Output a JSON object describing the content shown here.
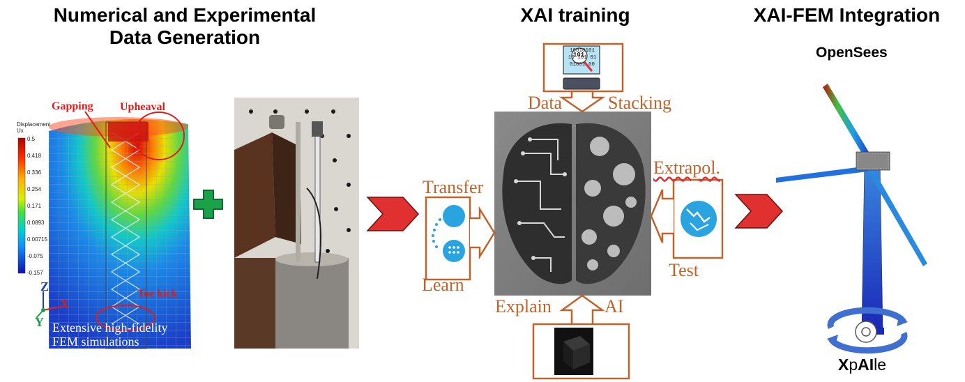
{
  "titles": {
    "section1_line1": "Numerical and Experimental",
    "section1_line2": "Data Generation",
    "section2": "XAI training",
    "section3": "XAI-FEM Integration"
  },
  "fem": {
    "legend_title_1": "Displacement",
    "legend_title_2": "Ux",
    "legend_ticks": [
      "0.5",
      "0.418",
      "0.336",
      "0.254",
      "0.171",
      "0.0893",
      "0.00715",
      "-0.075",
      "-0.157"
    ],
    "label_gapping": "Gapping",
    "label_upheaval": "Upheaval",
    "label_toekick": "Toe kick",
    "axis_z": "Z",
    "axis_x": "X",
    "axis_y": "Y",
    "caption_line1": "Extensive high-fidelity",
    "caption_line2": "FEM simulations"
  },
  "xai": {
    "data_label": "Data",
    "stacking_label": "Stacking",
    "transfer_label": "Transfer",
    "learn_label": "Learn",
    "extrapol_label": "Extrapol.",
    "test_label": "Test",
    "explain_label": "Explain",
    "ai_label": "AI",
    "binary_rows": [
      "10010101",
      "10 101 01",
      "01001 00"
    ],
    "binary_center": "101"
  },
  "integration": {
    "opensees_label": "OpenSees",
    "logo_text_x": "X",
    "logo_text_p": "p",
    "logo_text_ai": "AI",
    "logo_text_le": "le"
  },
  "colors": {
    "arrow_red": "#e03030",
    "plus_green": "#1aa14a",
    "orange": "#c0632a",
    "blue_icon": "#2aa4e0"
  }
}
